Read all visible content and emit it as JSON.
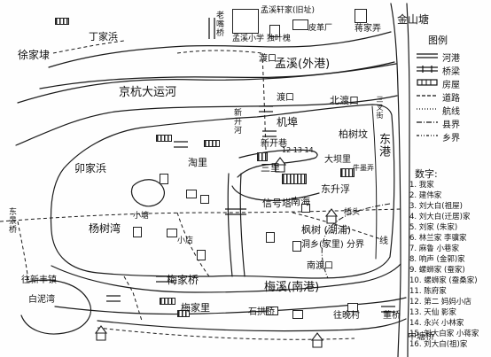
{
  "places": {
    "jinshan": "金山塘",
    "xujia": "徐家埭",
    "dingjia": "丁家浜",
    "laoqiao": "老嘴桥",
    "mengxi_tuan": "孟溪轩家(旧址)",
    "mengxi_primary": "孟溪小学 独叶槐",
    "pige": "皮革厂",
    "jiangjia_gong": "蒋家弄",
    "ferry_top": "渡口",
    "mengxi_outer": "孟溪(外港)",
    "canal": "京杭大运河",
    "ferry_mid": "渡口",
    "north_ferry": "北渡口",
    "sancha": "三叉街",
    "jiqiao_river": "新开河",
    "jiqiao": "机埠",
    "liuxiang": "新开巷",
    "baishu": "柏树坟",
    "beijia": "卯家浜",
    "taoli": "淘里",
    "nan_nums": "12 13 14",
    "sanli": "三里",
    "dajiaoli": "大坝里",
    "sanli_side": "牛墨弄",
    "east_port": "东港",
    "dongshengfu": "东升浮",
    "xinyoutang": "信号塔",
    "nanhai": "南海",
    "qiaotang": "小塘",
    "guoqiao": "桥头",
    "banshuzai": "杨树湾",
    "tongxin_ji": "东景桥",
    "xiao_store": "小店",
    "hongshu": "枫树 (湖浦)",
    "tongxin_spine": "洞乡(家里) 分界",
    "xian_label": "线",
    "nan_ferry": "南渡口",
    "west_bridge_rd": "往新丰镇",
    "beiwan": "白泥湾",
    "meijia_bridge": "梅家桥",
    "meixi": "梅溪(南港)",
    "meijia_li": "梅家里",
    "shijia": "石拱桥",
    "wangqiao": "往晚村",
    "dongtong": "董桥",
    "zhongtang": "中塘桥"
  },
  "legend": {
    "title": "图例",
    "items": [
      {
        "text": "河港",
        "sym": "river"
      },
      {
        "text": "桥梁",
        "sym": "bridge"
      },
      {
        "text": "房屋",
        "sym": "house"
      },
      {
        "text": "道路",
        "sym": "road"
      },
      {
        "text": "航线",
        "sym": "route"
      },
      {
        "text": "县界",
        "sym": "county"
      },
      {
        "text": "乡界",
        "sym": "town"
      }
    ]
  },
  "numbered_list": {
    "title": "数字:",
    "items": [
      "1. 我家",
      "2. 建伟家",
      "3. 刘大白(祖屋)",
      "4. 刘大白(迁居)家",
      "5. 刘家 (朱家)",
      "6. 林兰家 李骥家",
      "7. 麻鲁 小巷家",
      "8. 响声 (金郭)家",
      "9. 螺蛳家 (蚕家)",
      "10. 螺蛳家 (蚕桑家)",
      "11. 陈府家",
      "12. 第二 妈妈小店",
      "13. 天仙 影家",
      "14. 永兴 小林家",
      "15. 刘大白家 小蒋家",
      "16. 刘大白(祖)家"
    ]
  }
}
